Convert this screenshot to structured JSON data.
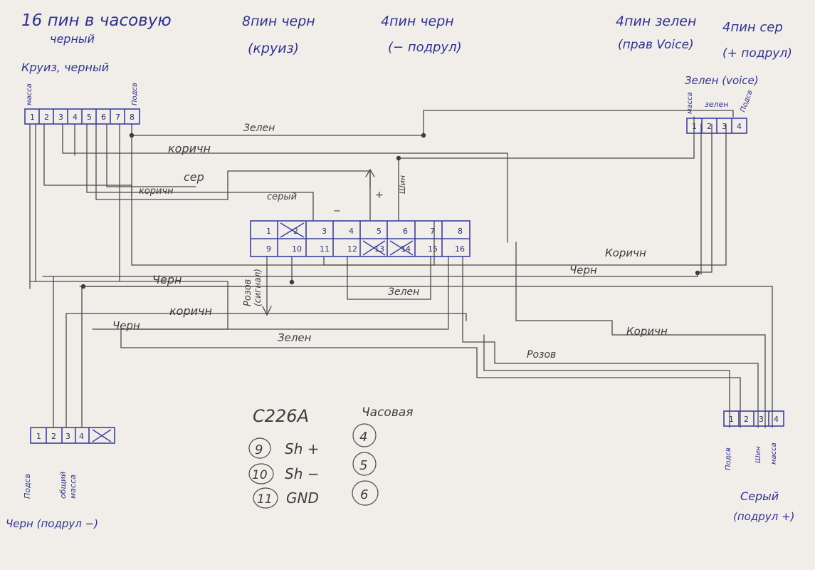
{
  "header": {
    "note_16pin_line1": "16 пин в часовую",
    "note_16pin_line2": "черный",
    "note_cruise_top": "Круиз, черный",
    "note_8pin_line1": "8пин черн",
    "note_8pin_line2": "(круиз)",
    "note_4pin_black_line1": "4пин черн",
    "note_4pin_black_line2": "(− подрул)",
    "note_4pin_green_line1": "4пин зелен",
    "note_4pin_green_line2": "(прав Voice)",
    "note_4pin_grey_line1": "4пин сер",
    "note_4pin_grey_line2": "(+ подрул)"
  },
  "connector_8pin": {
    "pins": [
      "1",
      "2",
      "3",
      "4",
      "5",
      "6",
      "7",
      "8"
    ],
    "label_massa": "масса",
    "label_podsv": "Подсв"
  },
  "connector_16pin": {
    "top_pins": [
      "1",
      "2",
      "3",
      "4",
      "5",
      "6",
      "7",
      "8"
    ],
    "bottom_pins": [
      "9",
      "10",
      "11",
      "12",
      "13",
      "14",
      "15",
      "16"
    ]
  },
  "connector_voice": {
    "title": "Зелен (voice)",
    "pins": [
      "1",
      "2",
      "3",
      "4"
    ],
    "label_massa": "масса",
    "label_zelen": "зелен",
    "label_podsv": "Подсв"
  },
  "connector_left_bottom": {
    "pins": [
      "1",
      "2",
      "3",
      "4"
    ],
    "label_podsv": "Подсв",
    "label_common": "общий",
    "label_massa": "масса",
    "caption": "Черн (подрул −)"
  },
  "connector_right_bottom": {
    "pins": [
      "1",
      "2",
      "3",
      "4"
    ],
    "label_podsv": "Подсв",
    "label_shin": "Шин",
    "label_massa": "масса",
    "caption_line1": "Серый",
    "caption_line2": "(подрул +)"
  },
  "wires": {
    "zelen_top": "Зелен",
    "korichn_1": "коричн",
    "ser": "сер",
    "korichn_2": "коричн",
    "seryi": "серый",
    "plus_marker": "+",
    "minus_marker": "−",
    "shin": "Шин",
    "chern_left": "Черн",
    "korichn_left": "коричн",
    "chern_left_2": "Черн",
    "zelen_bottom": "Зелен",
    "zelen_mid": "Зелен",
    "korichn_right_1": "Коричн",
    "chern_right": "Черн",
    "korichn_right_2": "Коричн",
    "rozov": "Розов",
    "rozov_signal_line1": "Розов",
    "rozov_signal_line2": "(сигнал)"
  },
  "legend": {
    "title": "C226A",
    "title_2": "Часовая",
    "rows": [
      {
        "pin": "9",
        "signal": "Sh +",
        "target": "4"
      },
      {
        "pin": "10",
        "signal": "Sh −",
        "target": "5"
      },
      {
        "pin": "11",
        "signal": "GND",
        "target": "6"
      }
    ]
  }
}
